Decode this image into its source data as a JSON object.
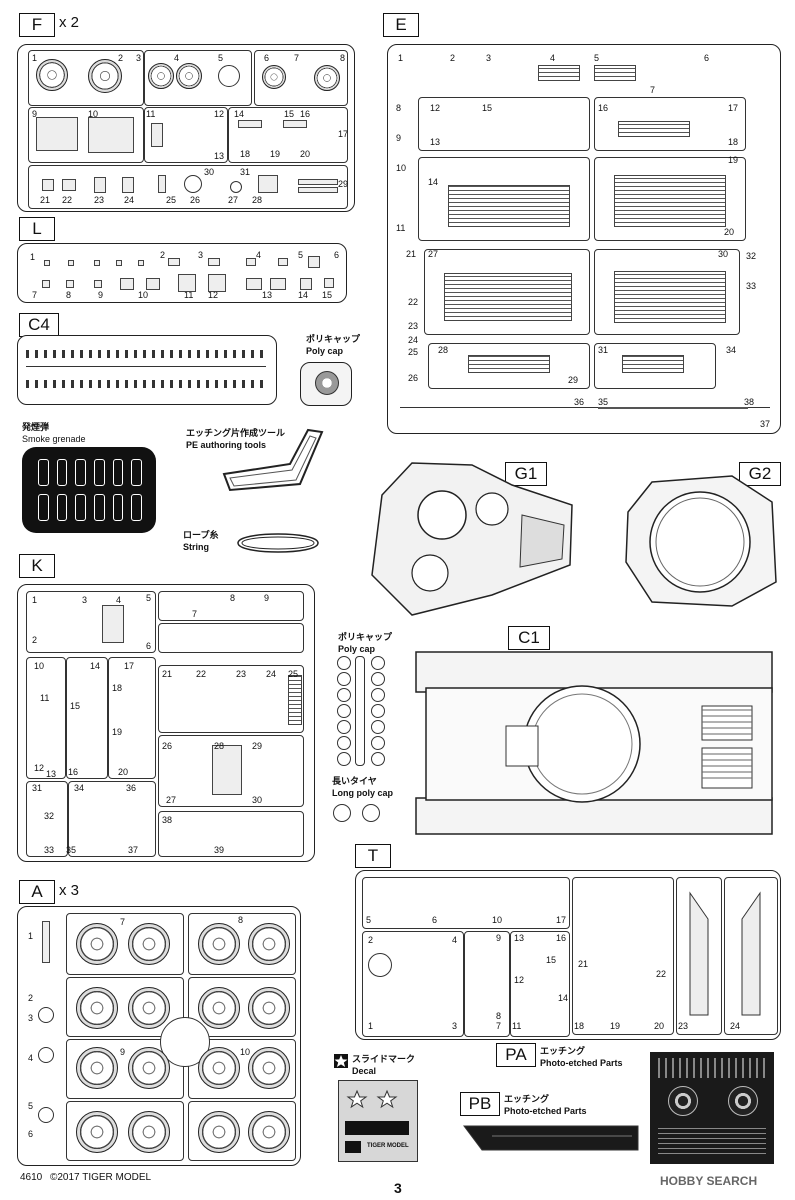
{
  "sprues": {
    "F": {
      "letter": "F",
      "mult": "x 2",
      "nums": [
        "1",
        "2",
        "3",
        "4",
        "5",
        "6",
        "7",
        "8",
        "9",
        "10",
        "11",
        "12",
        "13",
        "14",
        "15",
        "16",
        "17",
        "18",
        "19",
        "20",
        "21",
        "22",
        "23",
        "24",
        "25",
        "26",
        "27",
        "28",
        "29",
        "30",
        "31"
      ]
    },
    "L": {
      "letter": "L",
      "nums": [
        "1",
        "2",
        "3",
        "4",
        "5",
        "6",
        "7",
        "8",
        "9",
        "10",
        "11",
        "12",
        "13",
        "14",
        "15"
      ]
    },
    "C4": {
      "letter": "C4"
    },
    "E": {
      "letter": "E",
      "nums": [
        "1",
        "2",
        "3",
        "4",
        "5",
        "6",
        "7",
        "8",
        "9",
        "10",
        "11",
        "12",
        "13",
        "14",
        "15",
        "16",
        "17",
        "18",
        "19",
        "20",
        "21",
        "22",
        "23",
        "24",
        "25",
        "26",
        "27",
        "28",
        "29",
        "30",
        "31",
        "32",
        "33",
        "34",
        "35",
        "36",
        "37",
        "38"
      ]
    },
    "G1": {
      "letter": "G1"
    },
    "G2": {
      "letter": "G2"
    },
    "K": {
      "letter": "K",
      "nums": [
        "1",
        "2",
        "3",
        "4",
        "5",
        "6",
        "7",
        "8",
        "9",
        "10",
        "11",
        "12",
        "13",
        "14",
        "15",
        "16",
        "17",
        "18",
        "19",
        "20",
        "21",
        "22",
        "23",
        "24",
        "25",
        "26",
        "27",
        "28",
        "29",
        "30",
        "31",
        "32",
        "33",
        "34",
        "35",
        "36",
        "37",
        "38",
        "39"
      ]
    },
    "C1": {
      "letter": "C1"
    },
    "T": {
      "letter": "T",
      "nums": [
        "1",
        "2",
        "3",
        "4",
        "5",
        "6",
        "7",
        "8",
        "9",
        "10",
        "11",
        "12",
        "13",
        "14",
        "15",
        "16",
        "17",
        "18",
        "19",
        "20",
        "21",
        "22",
        "23",
        "24"
      ]
    },
    "A": {
      "letter": "A",
      "mult": "x 3",
      "nums": [
        "1",
        "2",
        "3",
        "4",
        "5",
        "6",
        "7",
        "8",
        "9",
        "10"
      ]
    },
    "PA": {
      "letter": "PA",
      "jp": "エッチング",
      "en": "Photo-etched Parts"
    },
    "PB": {
      "letter": "PB",
      "jp": "エッチング",
      "en": "Photo-etched Parts"
    }
  },
  "labels": {
    "polycap1_jp": "ポリキャップ",
    "polycap1_en": "Poly cap",
    "smoke_jp": "発煙弾",
    "smoke_en": "Smoke grenade",
    "pe_tools_jp": "エッチング片作成ツール",
    "pe_tools_en": "PE authoring tools",
    "string_jp": "ロープ糸",
    "string_en": "String",
    "polycap2_jp": "ポリキャップ",
    "polycap2_en": "Poly cap",
    "longpoly_jp": "長いタイヤ",
    "longpoly_en": "Long poly cap",
    "decal_jp": "スライドマーク",
    "decal_en": "Decal",
    "tiger_model": "TIGER MODEL"
  },
  "footer": {
    "code": "4610",
    "copyright": "©2017  TIGER MODEL",
    "page": "3",
    "watermark": "HOBBY SEARCH"
  }
}
